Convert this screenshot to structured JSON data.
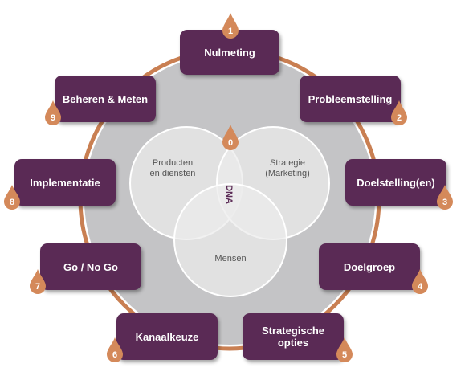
{
  "colors": {
    "box": "#5a2a55",
    "drop": "#d4895a",
    "ring": "#c97f52",
    "disc": "#c4c4c6",
    "venn_fill": "#ebebec",
    "venn_stroke": "#ffffff"
  },
  "center": {
    "drop_number": "0",
    "core_label": "DNA",
    "circles": [
      {
        "label": "Producten\nen diensten"
      },
      {
        "label": "Strategie\n(Marketing)"
      },
      {
        "label": "Mensen"
      }
    ]
  },
  "steps": [
    {
      "number": "1",
      "label": "Nulmeting"
    },
    {
      "number": "2",
      "label": "Probleemstelling"
    },
    {
      "number": "3",
      "label": "Doelstelling(en)"
    },
    {
      "number": "4",
      "label": "Doelgroep"
    },
    {
      "number": "5",
      "label": "Strategische\nopties"
    },
    {
      "number": "6",
      "label": "Kanaalkeuze"
    },
    {
      "number": "7",
      "label": "Go / No Go"
    },
    {
      "number": "8",
      "label": "Implementatie"
    },
    {
      "number": "9",
      "label": "Beheren & Meten"
    }
  ]
}
